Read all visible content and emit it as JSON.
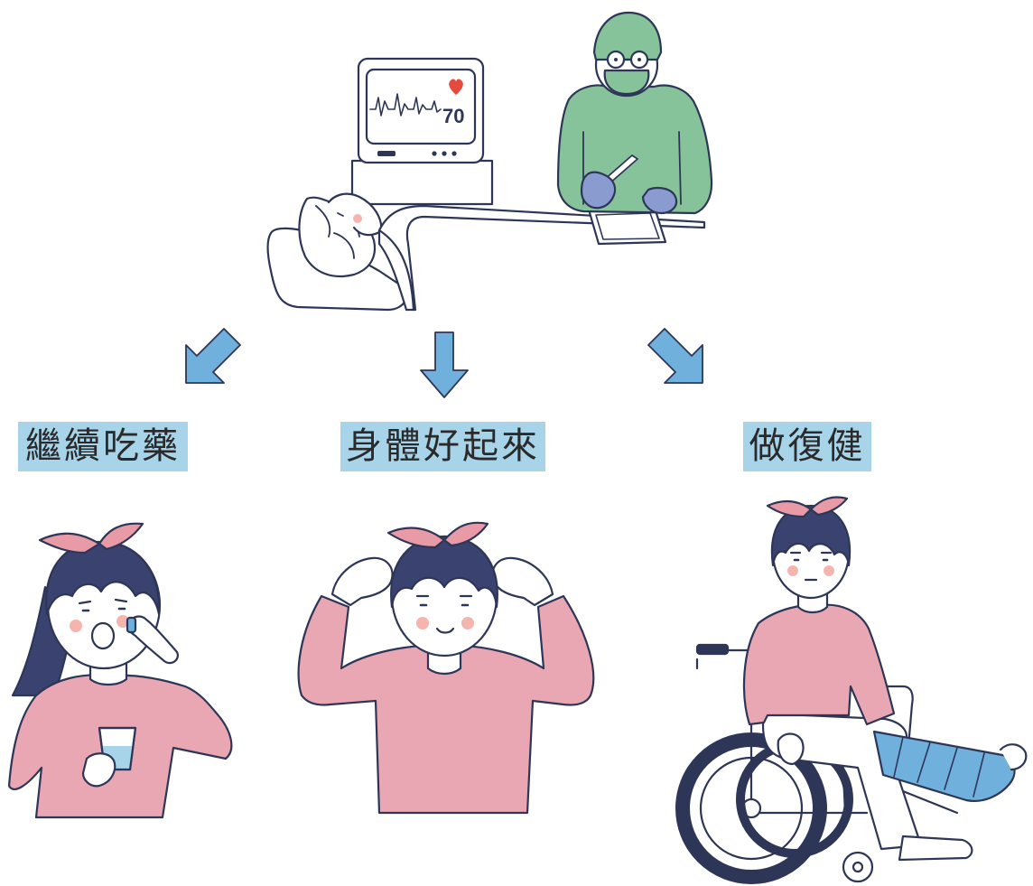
{
  "monitor": {
    "heart_rate": "70",
    "heart_icon": "heart-icon"
  },
  "outcomes": [
    {
      "label": "繼續吃藥"
    },
    {
      "label": "身體好起來"
    },
    {
      "label": "做復健"
    }
  ],
  "colors": {
    "arrow": "#6fb0dd",
    "label_bg": "#a8d4ea",
    "outline": "#2e3657",
    "hair": "#3a4370",
    "shirt": "#e9a7b3",
    "bow": "#e89aa6",
    "scrubs": "#86c39a",
    "glove": "#8a9bd0",
    "cast": "#6fb0dd",
    "blush": "#f5b5ae",
    "heart": "#e64a3c"
  }
}
